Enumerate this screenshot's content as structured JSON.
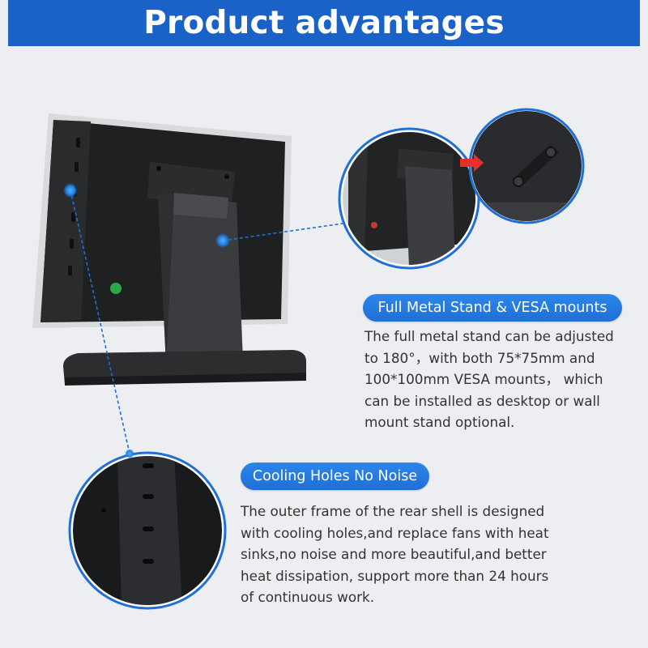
{
  "header": {
    "title": "Product advantages"
  },
  "feature1": {
    "title": "Full Metal Stand & VESA mounts",
    "lines": [
      "The full metal stand can be adjusted",
      "to 180°，with both 75*75mm and",
      "100*100mm VESA mounts，  which",
      "can be installed as desktop or wall",
      "mount stand optional."
    ]
  },
  "feature2": {
    "title": "Cooling Holes No Noise",
    "lines": [
      "The outer frame of the rear shell is designed",
      "with cooling holes,and replace fans with heat",
      "sinks,no noise and more beautiful,and better",
      "heat dissipation,  support more than 24 hours",
      "of continuous work."
    ]
  },
  "colors": {
    "header_bg": "#1a61c8",
    "badge_bg": "#2479e0",
    "text": "#333333",
    "background": "#eceef2",
    "accent_arrow": "#e8302a"
  }
}
